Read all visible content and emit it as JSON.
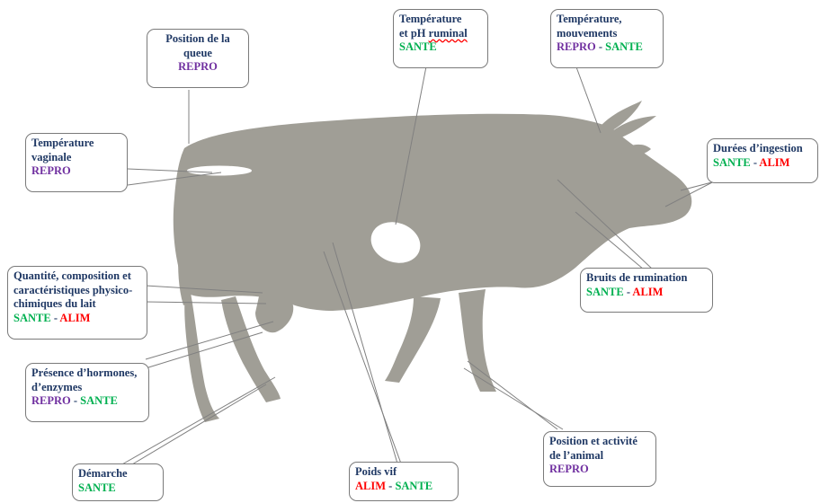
{
  "colors": {
    "cow": "#a09e96",
    "label": "#1f3864",
    "repro": "#7030a0",
    "sante": "#00b050",
    "alim": "#ff0000",
    "border": "#7a7a7a"
  },
  "tag_separator": " - ",
  "callouts": {
    "queue": {
      "label_lines": [
        "Position de la",
        "queue"
      ],
      "tags": [
        "REPRO"
      ]
    },
    "ph": {
      "label_lines": [
        "Température",
        "et pH "
      ],
      "label_tail": "ruminal",
      "tags": [
        "SANTE"
      ]
    },
    "mouvements": {
      "label_lines": [
        "Température,",
        "mouvements"
      ],
      "tags": [
        "REPRO",
        "SANTE"
      ]
    },
    "ingestion": {
      "label_lines": [
        "Durées d’ingestion"
      ],
      "tags": [
        "SANTE",
        "ALIM"
      ]
    },
    "vaginale": {
      "label_lines": [
        "Température",
        "vaginale"
      ],
      "tags": [
        "REPRO"
      ]
    },
    "lait": {
      "label_lines": [
        "Quantité, composition et",
        "caractéristiques physico-",
        "chimiques du lait"
      ],
      "tags": [
        "SANTE",
        "ALIM"
      ]
    },
    "rumination": {
      "label_lines": [
        "Bruits de rumination"
      ],
      "tags": [
        "SANTE",
        "ALIM"
      ]
    },
    "hormones": {
      "label_lines": [
        "Présence d’hormones,",
        "d’enzymes"
      ],
      "tags": [
        "REPRO",
        "SANTE"
      ]
    },
    "demarche": {
      "label_lines": [
        "Démarche"
      ],
      "tags": [
        "SANTE"
      ]
    },
    "poids": {
      "label_lines": [
        "Poids vif"
      ],
      "tags": [
        "ALIM",
        "SANTE"
      ]
    },
    "activite": {
      "label_lines": [
        "Position et activité",
        "de l’animal"
      ],
      "tags": [
        "REPRO"
      ]
    }
  }
}
